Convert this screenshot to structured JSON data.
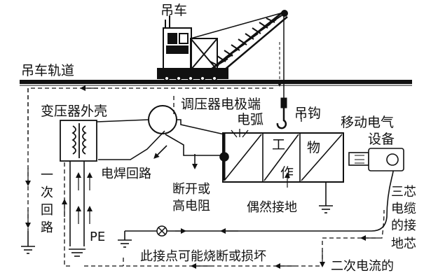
{
  "diagram": {
    "labels": {
      "crane": "吊车",
      "crane_track": "吊车轨道",
      "transformer_shell": "变压器外壳",
      "regulator_electrode": "调压器电极端",
      "arc": "电弧",
      "hook": "吊钩",
      "mobile_equipment_line1": "移动电气",
      "mobile_equipment_line2": "设备",
      "workpiece": [
        "工",
        "作",
        "物"
      ],
      "welding_circuit": "电焊回路",
      "open_or_high_resistance_line1": "断开或",
      "open_or_high_resistance_line2": "高电阻",
      "accidental_ground": "偶然接地",
      "primary_circuit": "一次回路",
      "pe": "PE",
      "three_core_cable": [
        "三芯",
        "电缆",
        "的接",
        "地芯"
      ],
      "contact_may_burn": "此接点可能烧断或损坏",
      "secondary_current": "二次电流的"
    },
    "colors": {
      "line": "#111111",
      "background": "#ffffff"
    }
  }
}
